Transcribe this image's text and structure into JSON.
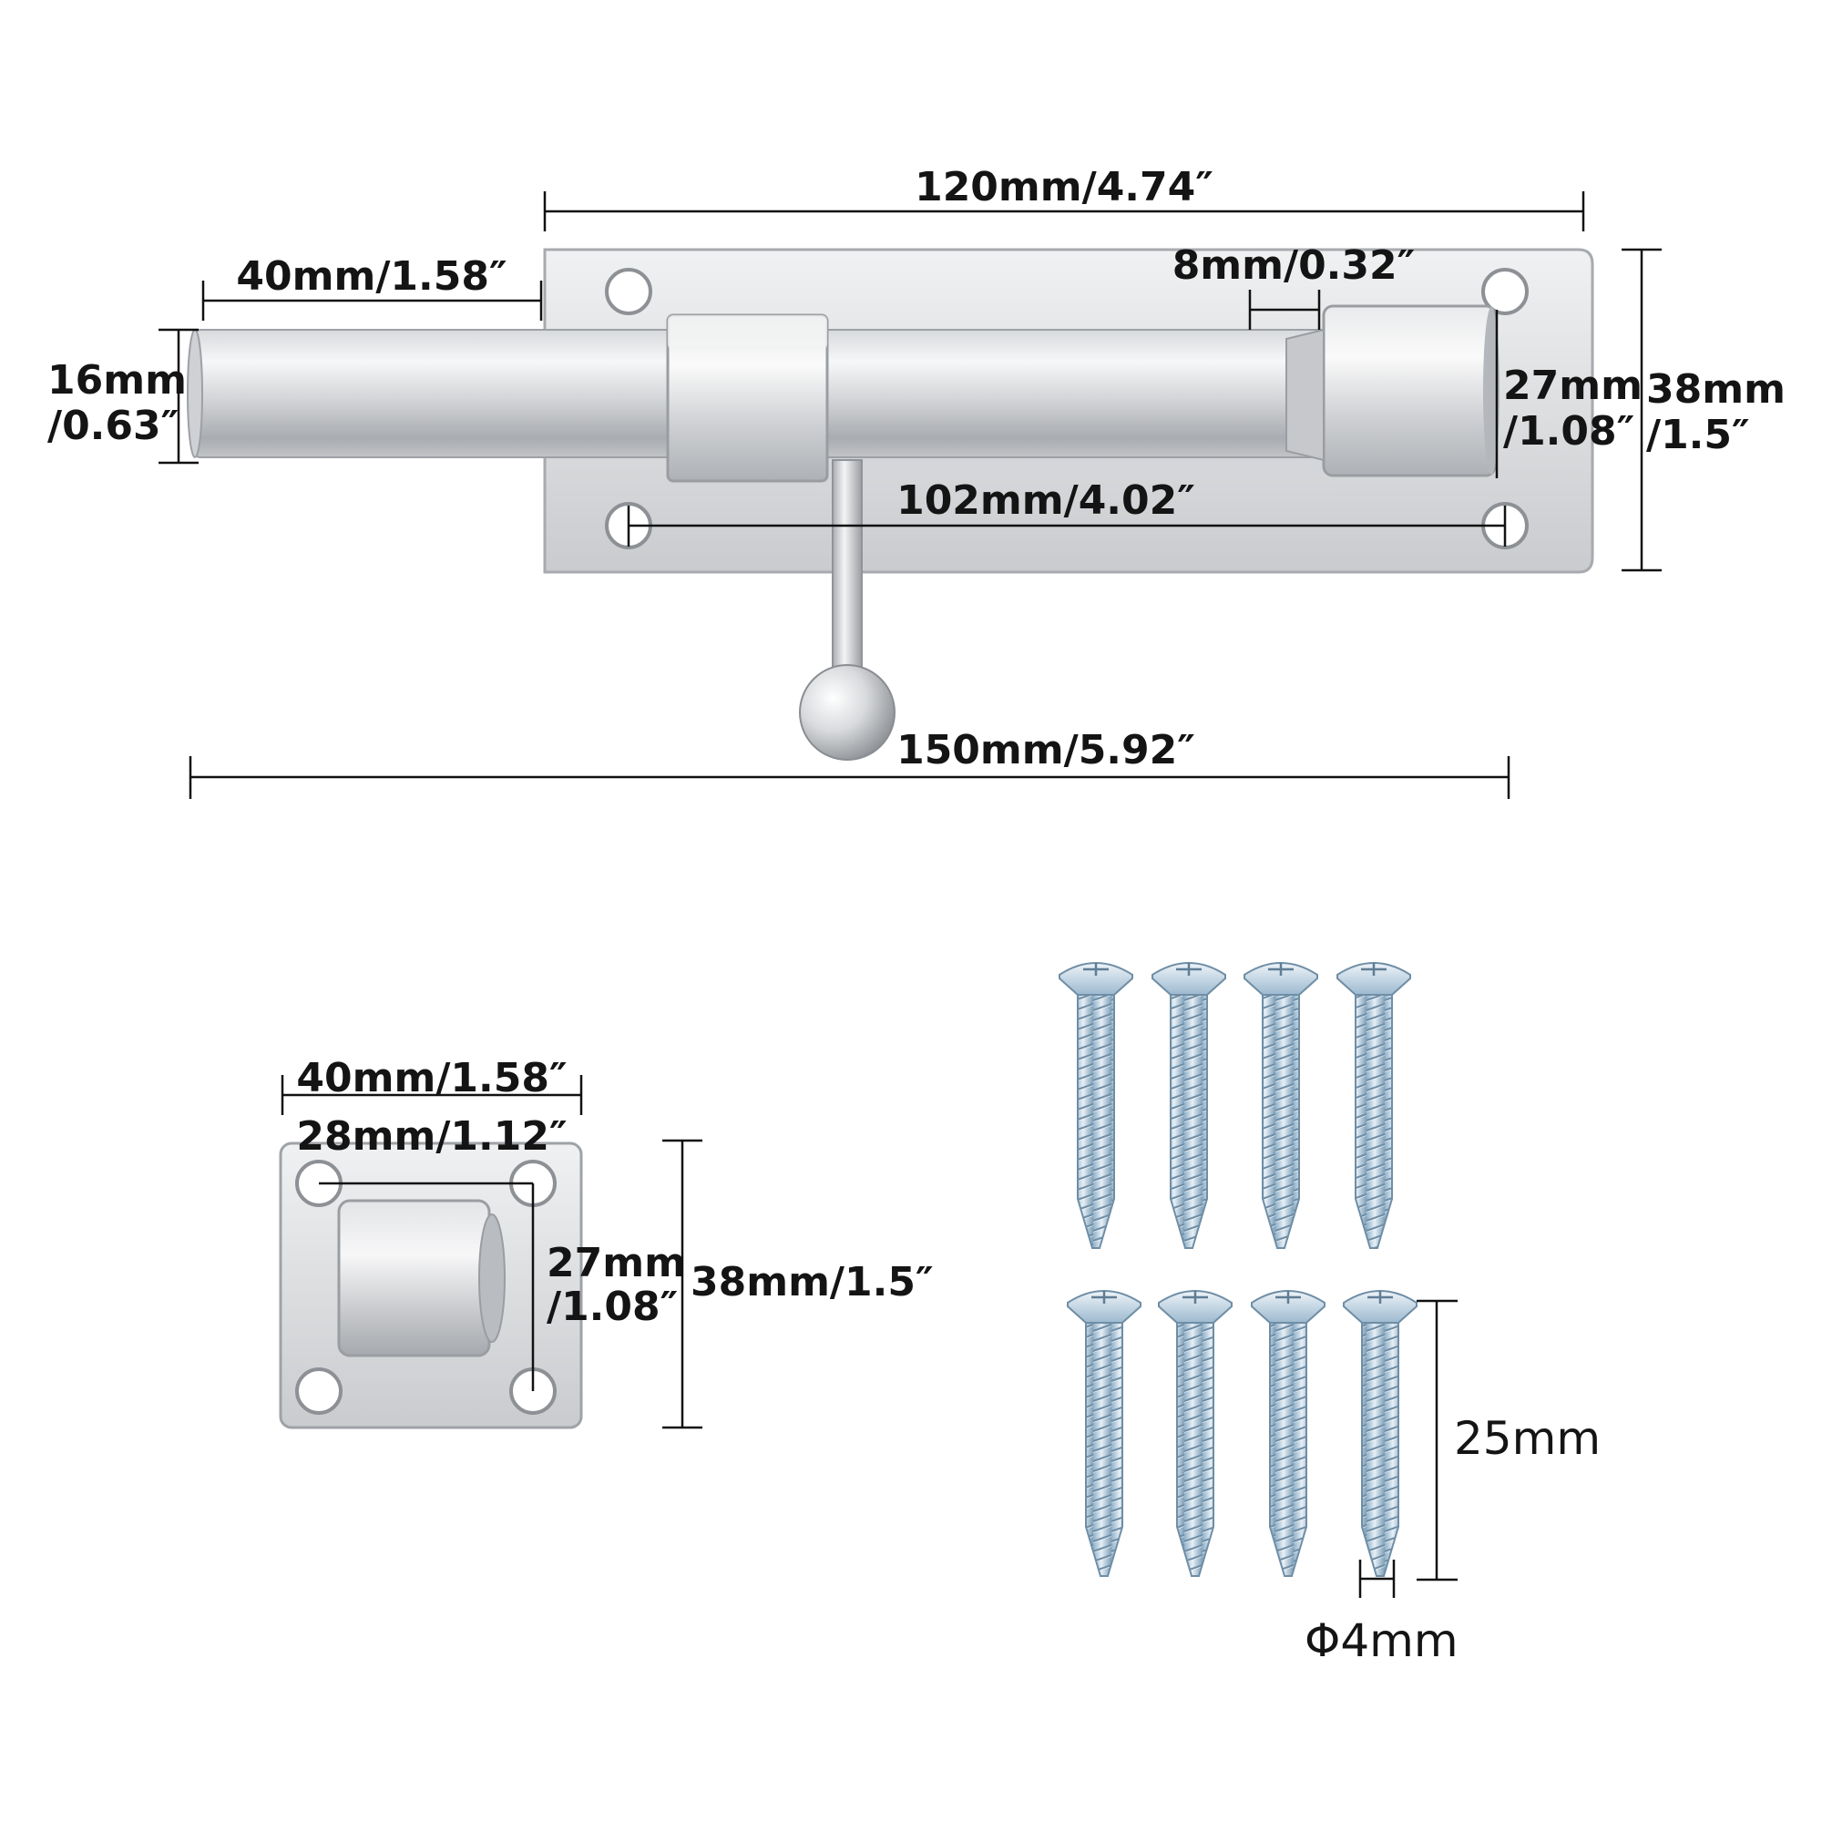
{
  "main_bolt": {
    "overall_length": "150mm/5.92″",
    "plate_length": "120mm/4.74″",
    "bolt_extension": "40mm/1.58″",
    "gap_width": "8mm/0.32″",
    "bolt_diameter_mm": "16mm",
    "bolt_diameter_in": "/0.63″",
    "guide_height_mm": "27mm",
    "guide_height_in": "/1.08″",
    "plate_height_mm": "38mm",
    "plate_height_in": "/1.5″",
    "hole_spacing": "102mm/4.02″"
  },
  "keeper": {
    "width": "40mm/1.58″",
    "hole_spacing": "28mm/1.12″",
    "hole_vertical_mm": "27mm",
    "hole_vertical_in": "/1.08″",
    "height": "38mm/1.5″"
  },
  "screws": {
    "count": 8,
    "length": "25mm",
    "diameter": "Φ4mm"
  },
  "colors": {
    "steel_light": "#e4e5e7",
    "steel_mid": "#c7c9cc",
    "steel_dark": "#8e9196",
    "screw_blue": "#a9c6dc",
    "ink": "#111111"
  }
}
